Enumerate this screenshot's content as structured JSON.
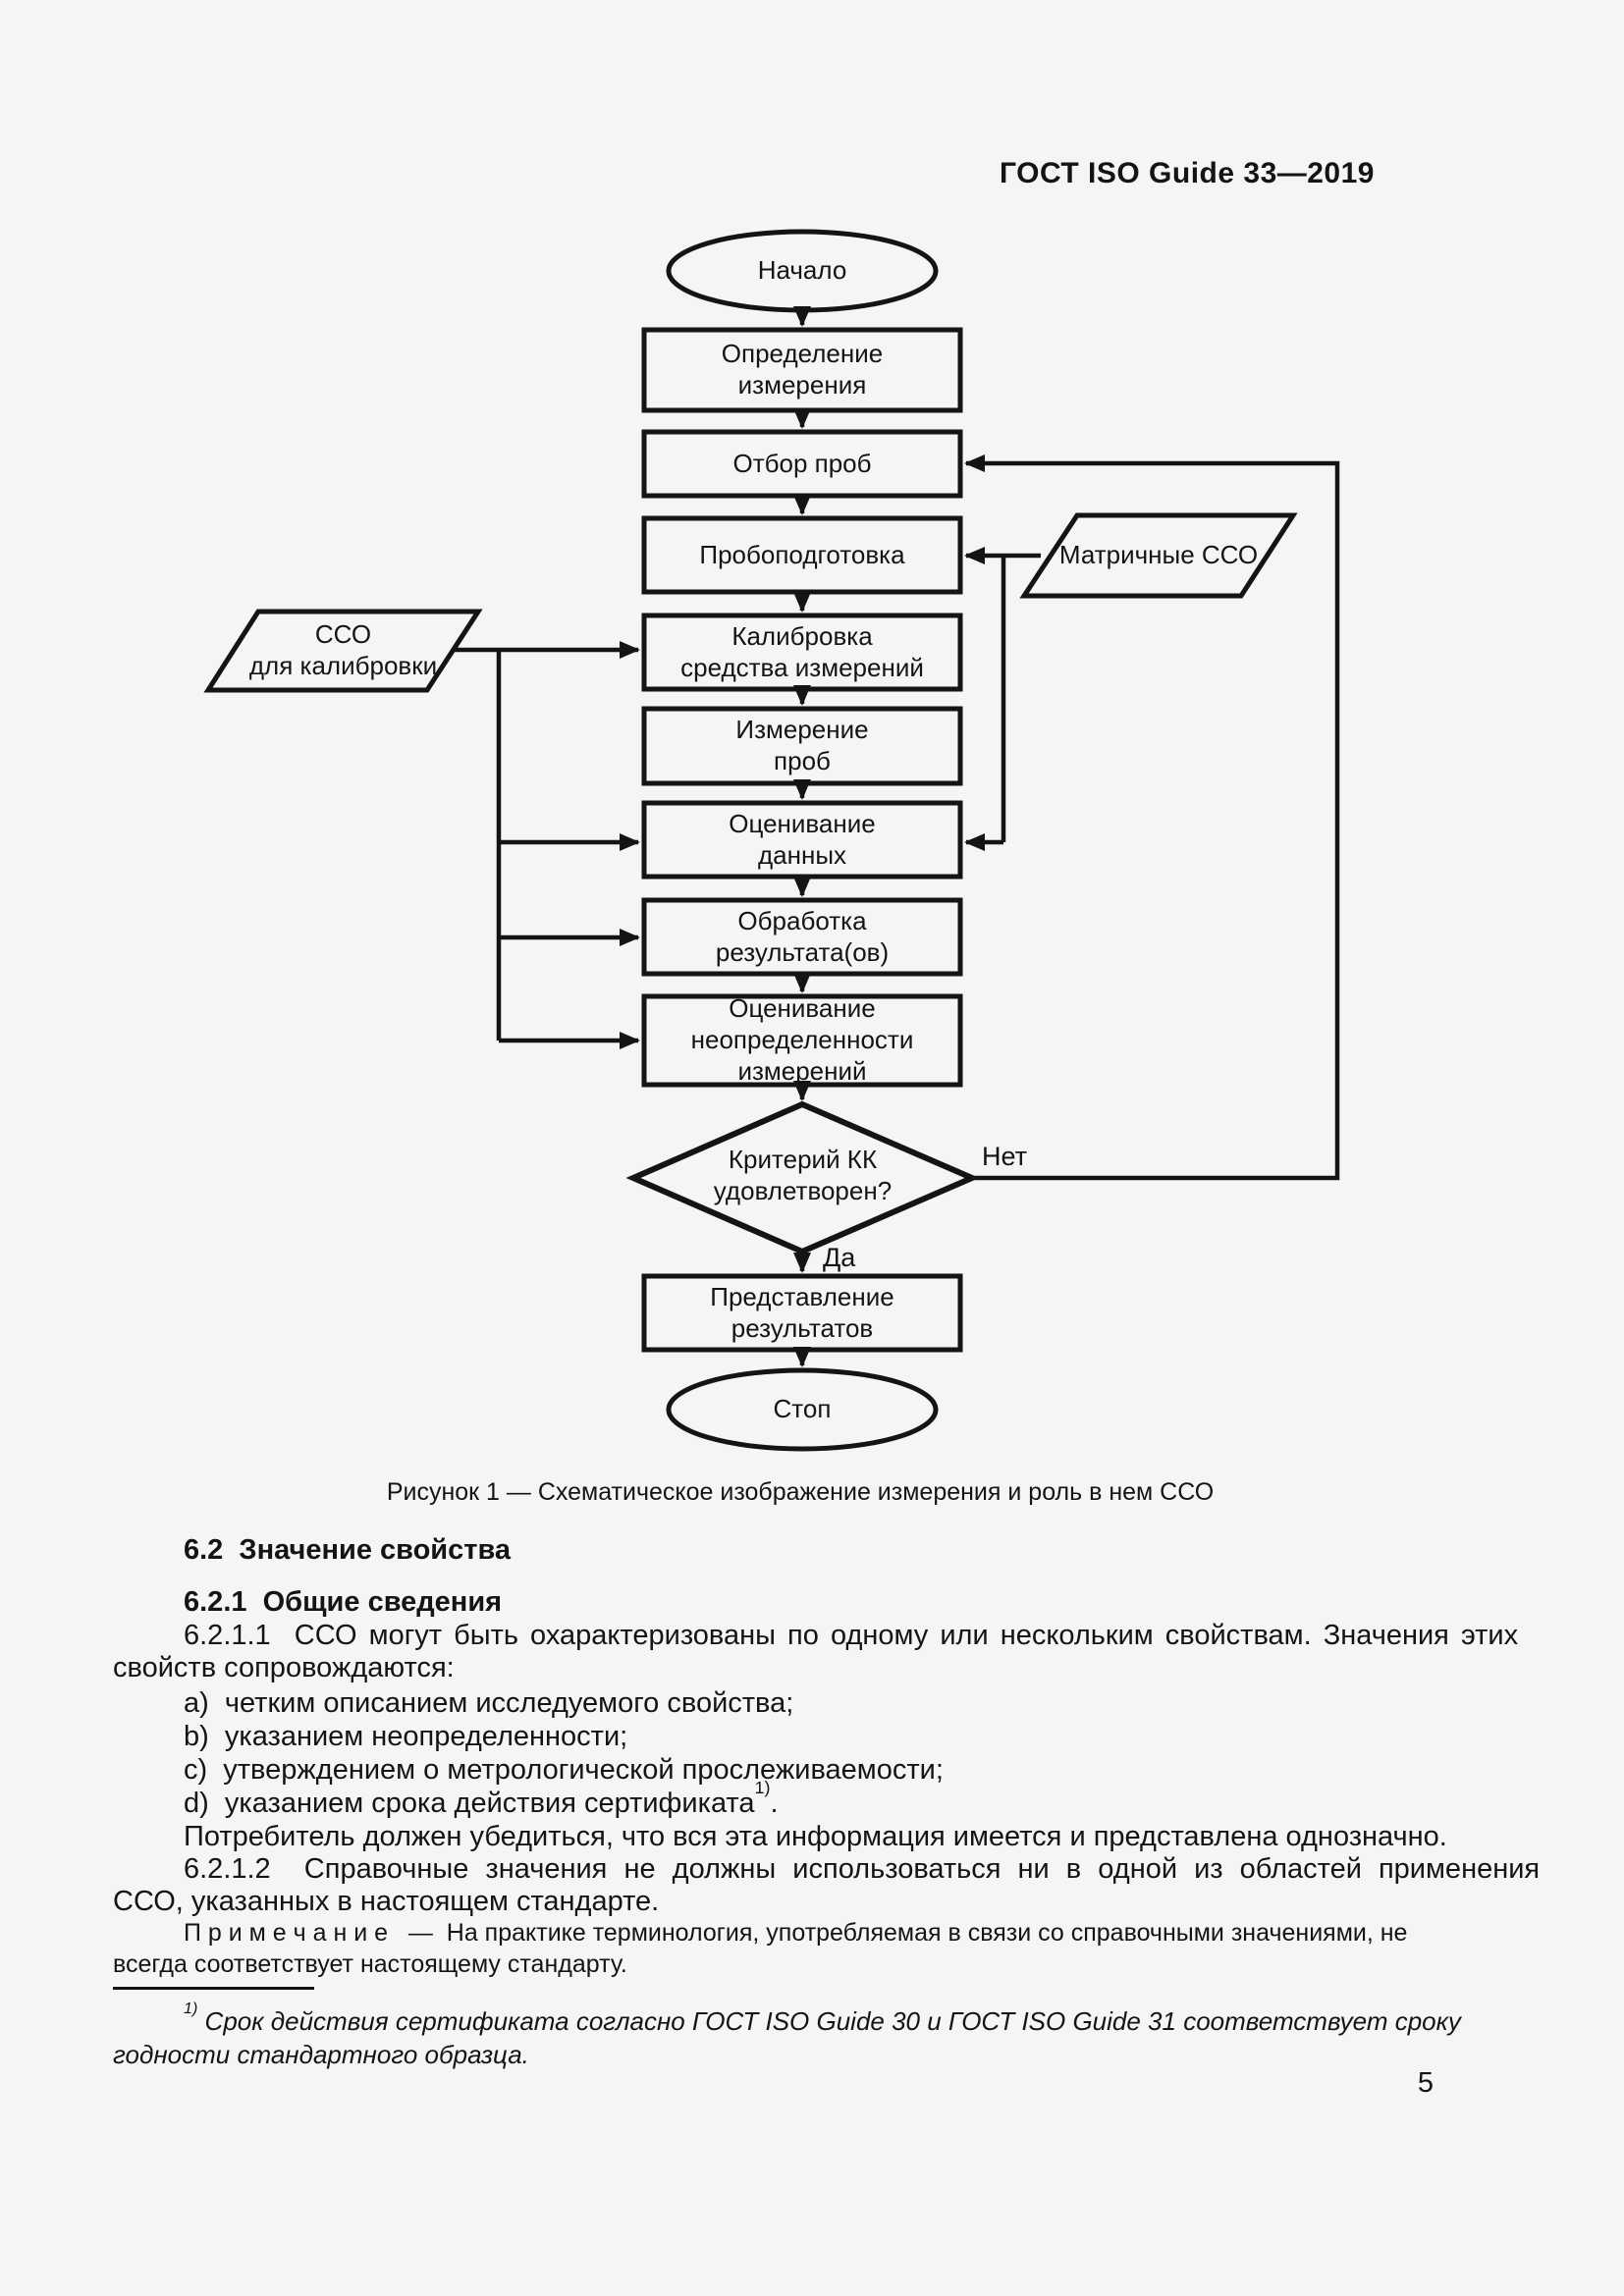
{
  "page": {
    "header": "ГОСТ ISO Guide 33—2019",
    "page_number": "5",
    "background_color": "#f5f5f3",
    "ink_color": "#141414"
  },
  "flowchart": {
    "nodes": {
      "start": "Начало",
      "define_measurement": "Определение\nизмерения",
      "sampling": "Отбор проб",
      "sample_prep": "Пробоподготовка",
      "calibration": "Калибровка\nсредства измерений",
      "measurement": "Измерение\nпроб",
      "data_evaluation": "Оценивание\nданных",
      "result_processing": "Обработка\nрезультата(ов)",
      "uncertainty_evaluation": "Оценивание\nнеопределенности\nизмерений",
      "qc_criterion": "Критерий КК\nудовлетворен?",
      "reporting": "Представление\nрезультатов",
      "stop": "Стоп",
      "cso_for_calibration": "ССО\nдля калибровки",
      "matrix_cso": "Матричные ССО"
    },
    "edge_labels": {
      "yes": "Да",
      "no": "Нет"
    }
  },
  "caption": "Рисунок 1 — Схематическое изображение измерения и роль в нем ССО",
  "body": {
    "h62": "6.2  Значение свойства",
    "h621": "6.2.1  Общие сведения",
    "p6211_line1": "6.2.1.1  ССО могут быть охарактеризованы по одному или нескольким свойствам. Значения этих",
    "p6211_line2": "свойств сопровождаются:",
    "item_a": "a)  четким описанием исследуемого свойства;",
    "item_b": "b)  указанием неопределенности;",
    "item_c": "c)  утверждением о метрологической прослеживаемости;",
    "item_d_text": "d)  указанием срока действия сертификата",
    "item_d_sup": "1)",
    "item_d_tail": ".",
    "p_consumer": "Потребитель должен убедиться, что вся эта информация имеется и представлена однозначно.",
    "p6212_line1": "6.2.1.2  Справочные значения не должны использоваться ни в одной из областей применения",
    "p6212_line2": "ССО, указанных в настоящем стандарте.",
    "note_line1": "П р и м е ч а н и е   —  На практике терминология, употребляемая в связи со справочными значениями, не",
    "note_line2": "всегда соответствует настоящему стандарту."
  },
  "footnote": {
    "sup": "1)",
    "line1": " Срок действия сертификата согласно ГОСТ ISO Guide 30 и ГОСТ ISO Guide 31 соответствует сроку",
    "line2": "годности стандартного образца."
  }
}
